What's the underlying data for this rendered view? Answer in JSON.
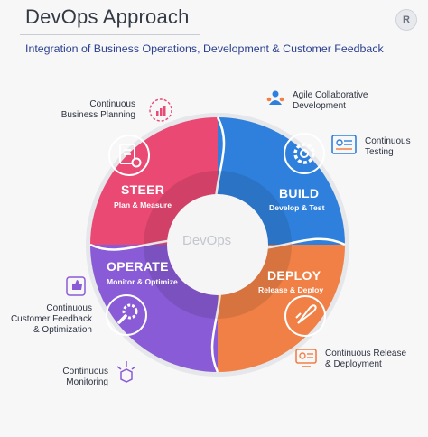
{
  "header": {
    "title": "DevOps Approach",
    "subtitle": "Integration of Business Operations, Development & Customer Feedback",
    "logo_text": "R"
  },
  "center": {
    "label": "DevOps"
  },
  "segments": [
    {
      "title": "STEER",
      "subtitle": "Plan & Measure",
      "color": "#e94973",
      "icon": "document-gear-icon"
    },
    {
      "title": "BUILD",
      "subtitle": "Develop & Test",
      "color": "#2f80dc",
      "icon": "gear-icon"
    },
    {
      "title": "DEPLOY",
      "subtitle": "Release & Deploy",
      "color": "#f08046",
      "icon": "rocket-icon"
    },
    {
      "title": "OPERATE",
      "subtitle": "Monitor & Optimize",
      "color": "#8a5bd6",
      "icon": "wrench-gear-icon"
    }
  ],
  "labels": {
    "business_planning": "Continuous\nBusiness Planning",
    "agile": "Agile Collaborative\nDevelopment",
    "testing": "Continuous\nTesting",
    "feedback": "Continuous\nCustomer Feedback\n& Optimization",
    "release": "Continuous Release\n& Deployment",
    "monitoring": "Continuous\nMonitoring"
  },
  "label_icons": {
    "business_planning": "growth-chart-icon",
    "agile": "team-icon",
    "testing": "test-screen-icon",
    "feedback": "thumbs-up-icon",
    "release": "deployment-monitor-icon",
    "monitoring": "box-arrows-icon"
  },
  "colors": {
    "ring_inner": "#c8cbd2",
    "center_fill": "#f5f5f6",
    "steer": "#e94973",
    "build": "#2f80dc",
    "deploy": "#f08046",
    "operate": "#8a5bd6",
    "title_text": "#333a44",
    "subtitle_text": "#2a3f8f"
  }
}
